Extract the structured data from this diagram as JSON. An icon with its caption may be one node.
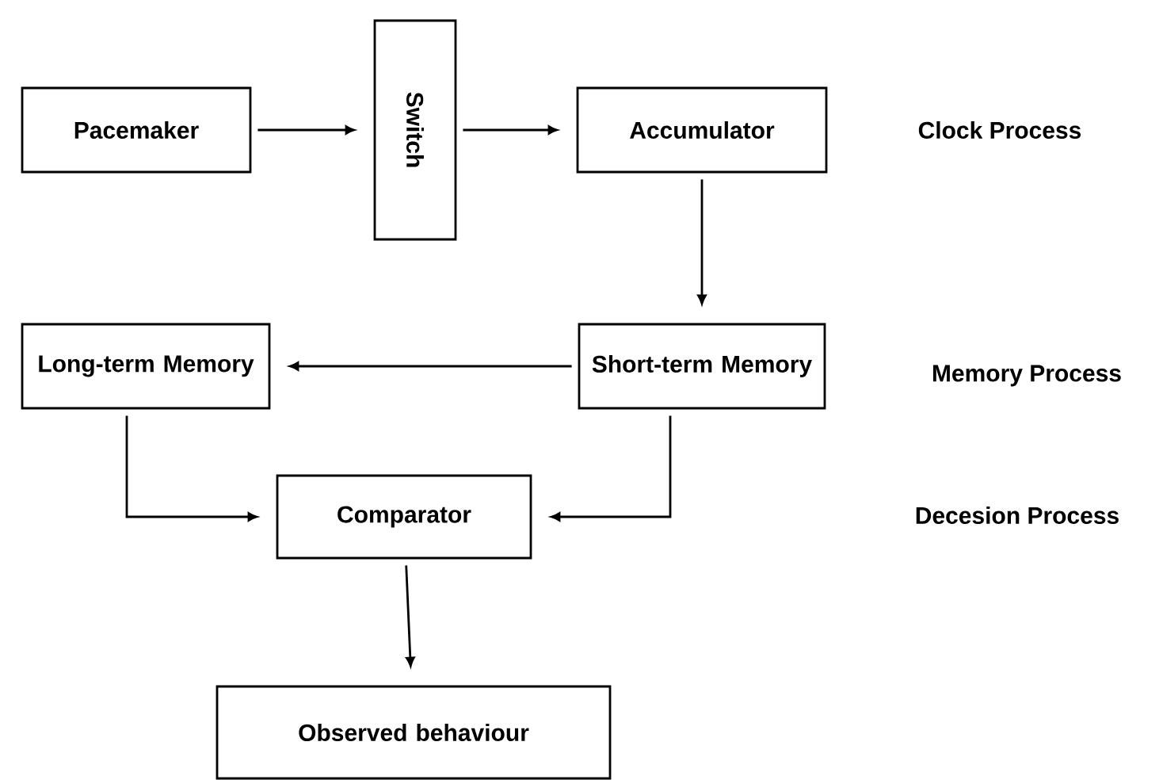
{
  "diagram": {
    "nodes": [
      {
        "text": [
          "Pacemaker"
        ]
      },
      {
        "text": [
          "Switch"
        ]
      },
      {
        "text": [
          "Accumulator"
        ]
      },
      {
        "text": [
          "Long-term Memory"
        ]
      },
      {
        "text": [
          "Short-term Memory"
        ]
      },
      {
        "text": [
          "Comparator"
        ]
      },
      {
        "text": [
          "Observed behaviour"
        ]
      }
    ],
    "edges": [
      {
        "from": 0,
        "to": 1,
        "arrow": "to"
      },
      {
        "from": 1,
        "to": 2,
        "arrow": "to"
      },
      {
        "from": 2,
        "to": 4,
        "arrow": "to"
      },
      {
        "from": 4,
        "to": 3,
        "arrow": "to"
      },
      {
        "from": 3,
        "to": 5,
        "arrow": "to"
      },
      {
        "from": 4,
        "to": 5,
        "arrow": "to"
      },
      {
        "from": 5,
        "to": 6,
        "arrow": "to"
      }
    ],
    "labels": [
      "Clock Process",
      "Memory Process",
      "Decesion Process"
    ]
  }
}
